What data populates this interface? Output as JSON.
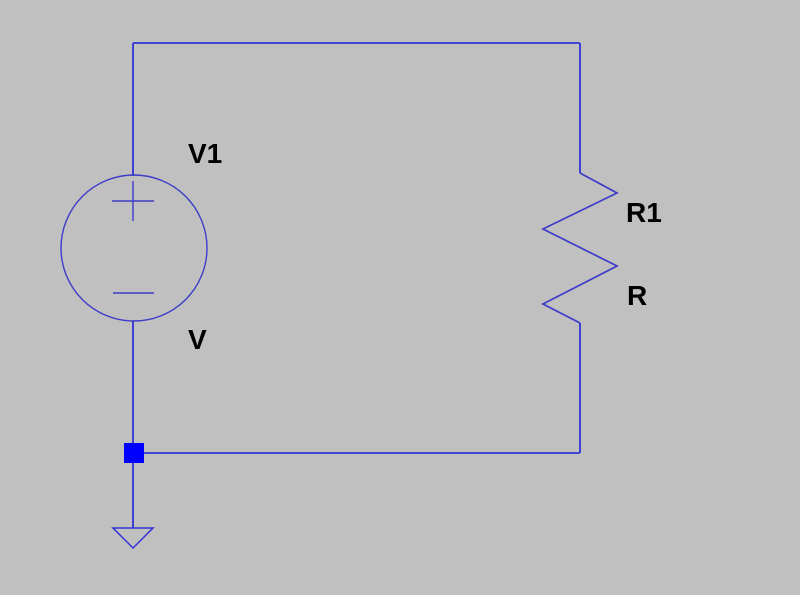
{
  "colors": {
    "background": "#c0c0c0",
    "wire": "#3232d6",
    "junction_node": "#0000ff",
    "label_text": "#000000"
  },
  "components": {
    "voltage_source": {
      "designator": "V1",
      "value": "V"
    },
    "resistor": {
      "designator": "R1",
      "value": "R"
    }
  }
}
